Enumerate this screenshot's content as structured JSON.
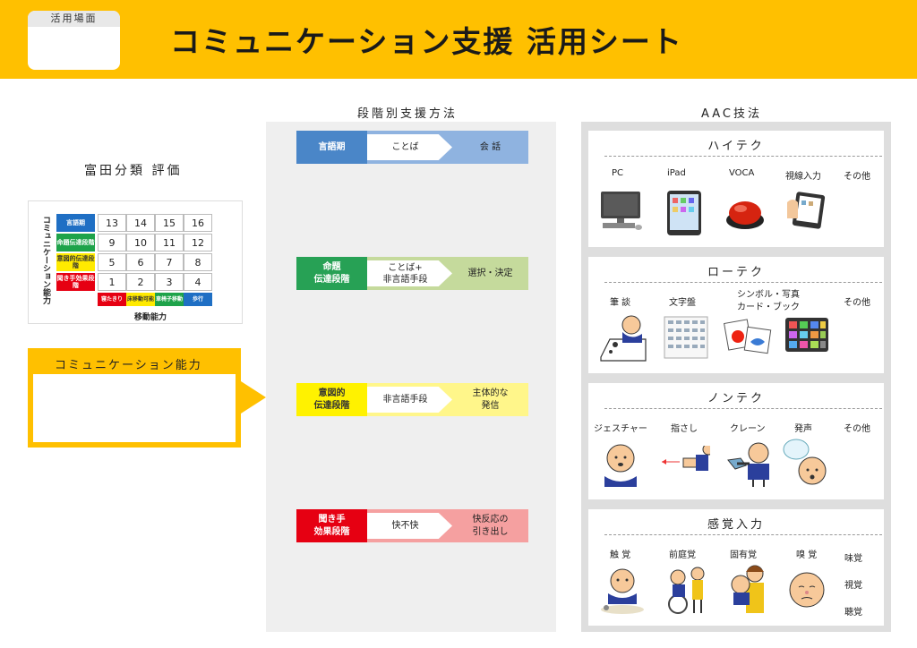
{
  "header": {
    "badge_label": "活用場面",
    "title": "コミュニケーション支援 活用シート"
  },
  "tomita": {
    "title": "富田分類 評価",
    "vertical_label": "コミュニケーション能力",
    "levels": [
      {
        "label": "言語期",
        "color": "#1f6fc4"
      },
      {
        "label": "命題伝達段階",
        "color": "#1ea34a"
      },
      {
        "label": "意図的伝達段階",
        "color": "#ffea00"
      },
      {
        "label": "聞き手効果段階",
        "color": "#e60012"
      }
    ],
    "rows": [
      [
        "13",
        "14",
        "15",
        "16"
      ],
      [
        "9",
        "10",
        "11",
        "12"
      ],
      [
        "5",
        "6",
        "7",
        "8"
      ],
      [
        "1",
        "2",
        "3",
        "4"
      ]
    ],
    "mobility": [
      {
        "label": "寝たきり",
        "color": "#e60012"
      },
      {
        "label": "床移動可能",
        "color": "#ffea00"
      },
      {
        "label": "車椅子移動",
        "color": "#1ea34a"
      },
      {
        "label": "歩行",
        "color": "#1f6fc4"
      }
    ],
    "horizontal_label": "移動能力"
  },
  "comm": {
    "label": "コミュニケーション能力",
    "value": ""
  },
  "stages": {
    "title": "段階別支援方法",
    "rows": [
      {
        "level": "言語期",
        "method": "ことば",
        "result": "会 話",
        "dark": "#4a86c8",
        "light": "#8fb3e0"
      },
      {
        "level": "命題\n伝達段階",
        "method": "ことば+\n非言語手段",
        "result": "選択・決定",
        "dark": "#27a155",
        "light": "#c5da9c"
      },
      {
        "level": "意図的\n伝達段階",
        "method": "非言語手段",
        "result": "主体的な\n発信",
        "dark": "#fff200",
        "light": "#fff68a"
      },
      {
        "level": "聞き手\n効果段階",
        "method": "快不快",
        "result": "快反応の\n引き出し",
        "dark": "#e60012",
        "light": "#f5a0a0"
      }
    ]
  },
  "aac": {
    "title": "AAC技法",
    "groups": [
      {
        "title": "ハイテク",
        "items": [
          "PC",
          "iPad",
          "VOCA",
          "視線入力",
          "その他"
        ]
      },
      {
        "title": "ローテク",
        "items": [
          "筆 談",
          "文字盤",
          "シンボル・写真\nカード・ブック",
          "その他"
        ]
      },
      {
        "title": "ノンテク",
        "items": [
          "ジェスチャー",
          "指さし",
          "クレーン",
          "発声",
          "その他"
        ]
      },
      {
        "title": "感覚入力",
        "items": [
          "触 覚",
          "前庭覚",
          "固有覚",
          "嗅 覚",
          "味覚",
          "視覚",
          "聴覚"
        ]
      }
    ]
  },
  "icons": [
    "computer-icon",
    "tablet-icon",
    "voca-button-icon",
    "eye-gaze-device-icon",
    "writing-child-icon",
    "letter-board-icon",
    "symbol-cards-icon",
    "communication-book-icon",
    "gesture-child-icon",
    "pointing-hand-icon",
    "crane-hand-icon",
    "vocalizing-child-icon",
    "touch-play-icon",
    "wheelchair-icon",
    "hug-icon",
    "smell-face-icon"
  ]
}
